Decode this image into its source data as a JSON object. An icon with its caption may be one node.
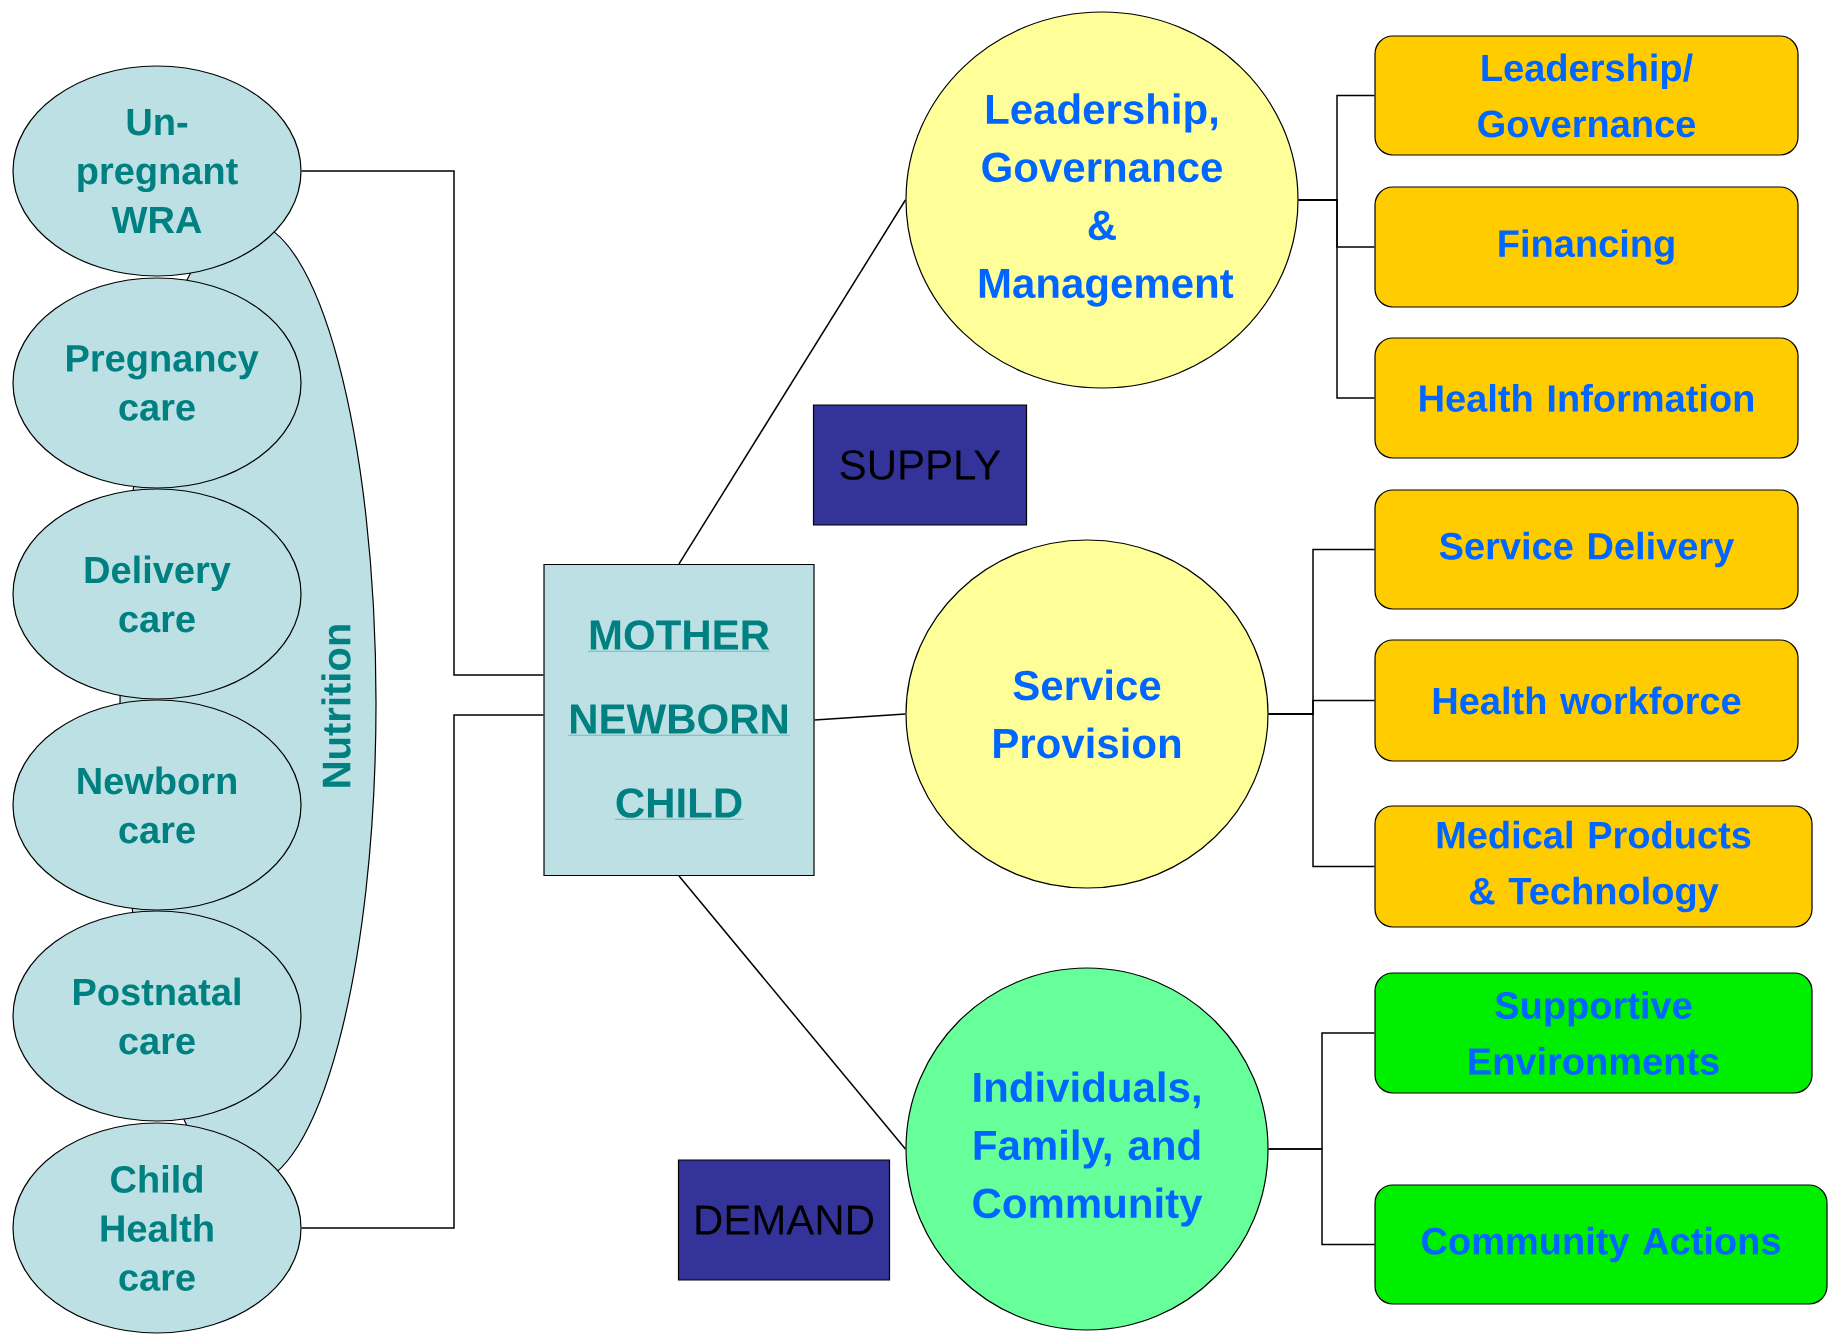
{
  "diagram": {
    "nodes": [
      {
        "text": [
          "Nutrition"
        ]
      },
      {
        "text": [
          "Un-pregnant WRA"
        ]
      },
      {
        "text": [
          "Pregnancy care"
        ]
      },
      {
        "text": [
          "Delivery care"
        ]
      },
      {
        "text": [
          "Newborn care"
        ]
      },
      {
        "text": [
          "Postnatal care"
        ]
      },
      {
        "text": [
          "Child Health care"
        ]
      },
      {
        "text": [
          "MOTHER",
          "NEWBORN",
          "CHILD"
        ]
      },
      {
        "text": [
          "Leadership, Governance & Management"
        ]
      },
      {
        "text": [
          "SUPPLY"
        ]
      },
      {
        "text": [
          "Service Provision"
        ]
      },
      {
        "text": [
          "Individuals, Family, and Community"
        ]
      },
      {
        "text": [
          "DEMAND"
        ]
      },
      {
        "text": [
          "Leadership/ Governance"
        ]
      },
      {
        "text": [
          "Financing"
        ]
      },
      {
        "text": [
          "Health Information"
        ]
      },
      {
        "text": [
          "Service Delivery"
        ]
      },
      {
        "text": [
          "Health workforce"
        ]
      },
      {
        "text": [
          "Medical Products & Technology"
        ]
      },
      {
        "text": [
          "Supportive Environments"
        ]
      },
      {
        "text": [
          "Community Actions"
        ]
      }
    ],
    "edges": [
      {
        "from": 1,
        "to": 7,
        "arrow": "none"
      },
      {
        "from": 6,
        "to": 7,
        "arrow": "none"
      },
      {
        "from": 7,
        "to": 8,
        "arrow": "none"
      },
      {
        "from": 7,
        "to": 10,
        "arrow": "none"
      },
      {
        "from": 7,
        "to": 11,
        "arrow": "none"
      },
      {
        "from": 8,
        "to": 13,
        "arrow": "none"
      },
      {
        "from": 8,
        "to": 14,
        "arrow": "none"
      },
      {
        "from": 8,
        "to": 15,
        "arrow": "none"
      },
      {
        "from": 10,
        "to": 16,
        "arrow": "none"
      },
      {
        "from": 10,
        "to": 17,
        "arrow": "none"
      },
      {
        "from": 10,
        "to": 18,
        "arrow": "none"
      },
      {
        "from": 11,
        "to": 19,
        "arrow": "none"
      },
      {
        "from": 11,
        "to": 20,
        "arrow": "none"
      }
    ]
  }
}
